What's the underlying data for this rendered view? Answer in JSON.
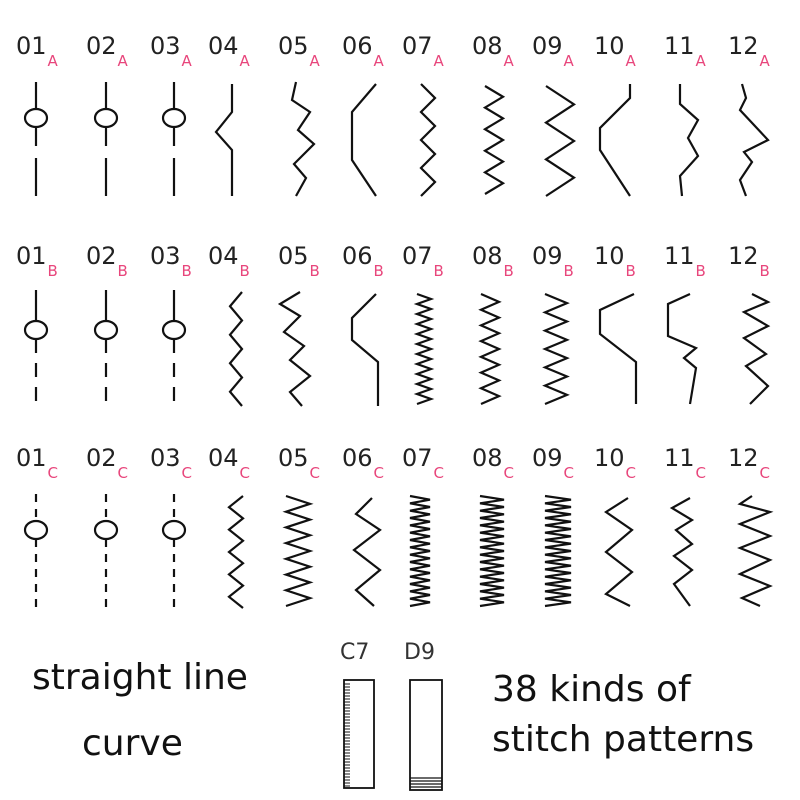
{
  "row_suffixes": [
    "A",
    "B",
    "C"
  ],
  "pattern_numbers": [
    "01",
    "02",
    "03",
    "04",
    "05",
    "06",
    "07",
    "08",
    "09",
    "10",
    "11",
    "12"
  ],
  "captions": {
    "left_line1": "straight line",
    "left_line2": "curve",
    "right_line1": "38 kinds of",
    "right_line2": "stitch patterns"
  },
  "buttonhole_labels": {
    "c7": "C7",
    "d9": "D9"
  },
  "colors": {
    "ink": "#111111",
    "suffix": "#e8467c",
    "background": "#ffffff"
  }
}
